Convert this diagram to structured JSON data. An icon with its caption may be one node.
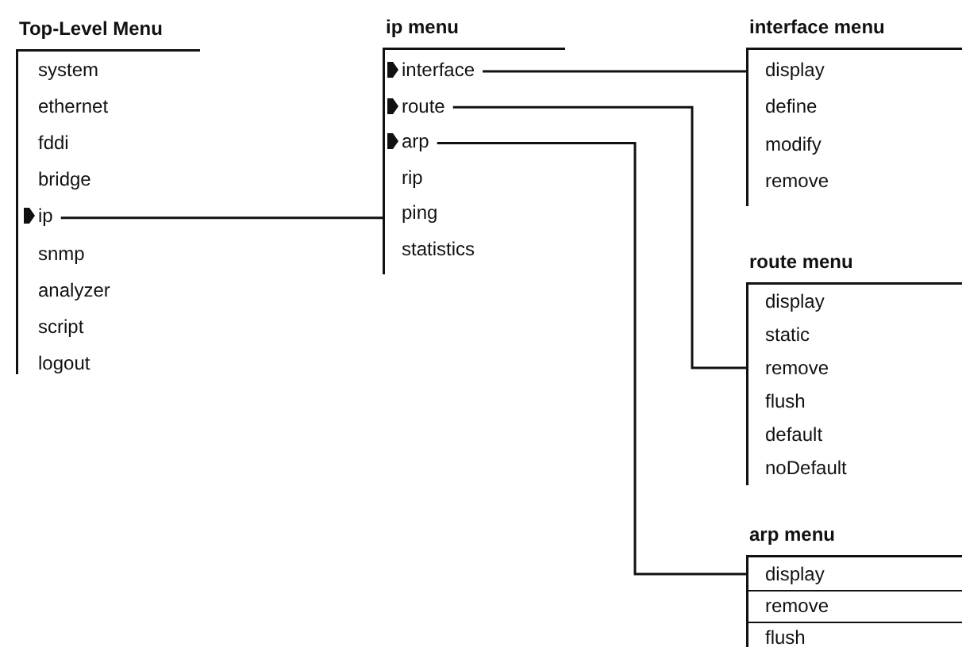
{
  "diagram": {
    "nodes": [
      {
        "text": [
          "Top-Level Menu"
        ]
      },
      {
        "text": [
          "system"
        ],
        "in": 0
      },
      {
        "text": [
          "ethernet"
        ],
        "in": 0
      },
      {
        "text": [
          "fddi"
        ],
        "in": 0
      },
      {
        "text": [
          "bridge"
        ],
        "in": 0
      },
      {
        "text": [
          "ip"
        ],
        "in": 0
      },
      {
        "text": [
          "snmp"
        ],
        "in": 0
      },
      {
        "text": [
          "analyzer"
        ],
        "in": 0
      },
      {
        "text": [
          "script"
        ],
        "in": 0
      },
      {
        "text": [
          "logout"
        ],
        "in": 0
      },
      {
        "text": [
          "ip menu"
        ]
      },
      {
        "text": [
          "interface"
        ],
        "in": 10
      },
      {
        "text": [
          "route"
        ],
        "in": 10
      },
      {
        "text": [
          "arp"
        ],
        "in": 10
      },
      {
        "text": [
          "rip"
        ],
        "in": 10
      },
      {
        "text": [
          "ping"
        ],
        "in": 10
      },
      {
        "text": [
          "statistics"
        ],
        "in": 10
      },
      {
        "text": [
          "interface menu"
        ]
      },
      {
        "text": [
          "display"
        ],
        "in": 17
      },
      {
        "text": [
          "define"
        ],
        "in": 17
      },
      {
        "text": [
          "modify"
        ],
        "in": 17
      },
      {
        "text": [
          "remove"
        ],
        "in": 17
      },
      {
        "text": [
          "route menu"
        ]
      },
      {
        "text": [
          "display"
        ],
        "in": 22
      },
      {
        "text": [
          "static"
        ],
        "in": 22
      },
      {
        "text": [
          "remove"
        ],
        "in": 22
      },
      {
        "text": [
          "flush"
        ],
        "in": 22
      },
      {
        "text": [
          "default"
        ],
        "in": 22
      },
      {
        "text": [
          "noDefault"
        ],
        "in": 22
      },
      {
        "text": [
          "arp menu"
        ]
      },
      {
        "text": [
          "display"
        ],
        "in": 29
      },
      {
        "text": [
          "remove"
        ],
        "in": 29
      },
      {
        "text": [
          "flush"
        ],
        "in": 29
      }
    ],
    "edges": [
      {
        "from": 5,
        "to": 10,
        "arrow": "none"
      },
      {
        "from": 11,
        "to": 17,
        "arrow": "none"
      },
      {
        "from": 12,
        "to": 22,
        "arrow": "none"
      },
      {
        "from": 13,
        "to": 29,
        "arrow": "none"
      }
    ]
  }
}
